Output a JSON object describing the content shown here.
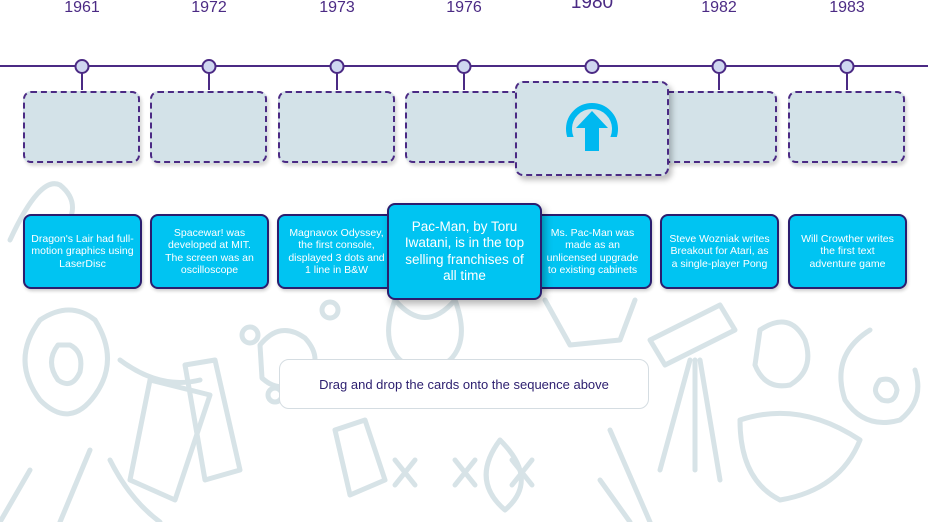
{
  "timeline": {
    "years": [
      "1961",
      "1972",
      "1973",
      "1976",
      "1980",
      "1982",
      "1983"
    ]
  },
  "cards": [
    {
      "text": "Dragon's Lair had full-motion graphics using LaserDisc"
    },
    {
      "text": "Spacewar! was developed at MIT. The screen was an oscilloscope"
    },
    {
      "text": "Magnavox Odyssey, the first console, displayed 3 dots and 1 line in B&W"
    },
    {
      "text": "Pac-Man, by Toru Iwatani, is in the top selling franchises of all time"
    },
    {
      "text": "Ms. Pac-Man was made as an unlicensed upgrade to existing cabinets"
    },
    {
      "text": "Steve Wozniak writes Breakout for Atari, as a single-player Pong"
    },
    {
      "text": "Will Crowther writes the first text adventure game"
    }
  ],
  "instructions": "Drag and drop the cards onto the sequence above",
  "colors": {
    "accent": "#4b2a84",
    "card": "#00c4f2",
    "slot": "#d3e2e8",
    "drop_icon": "#00b8f0"
  },
  "icons": {
    "drop_zone": "upload-arrow-icon"
  }
}
